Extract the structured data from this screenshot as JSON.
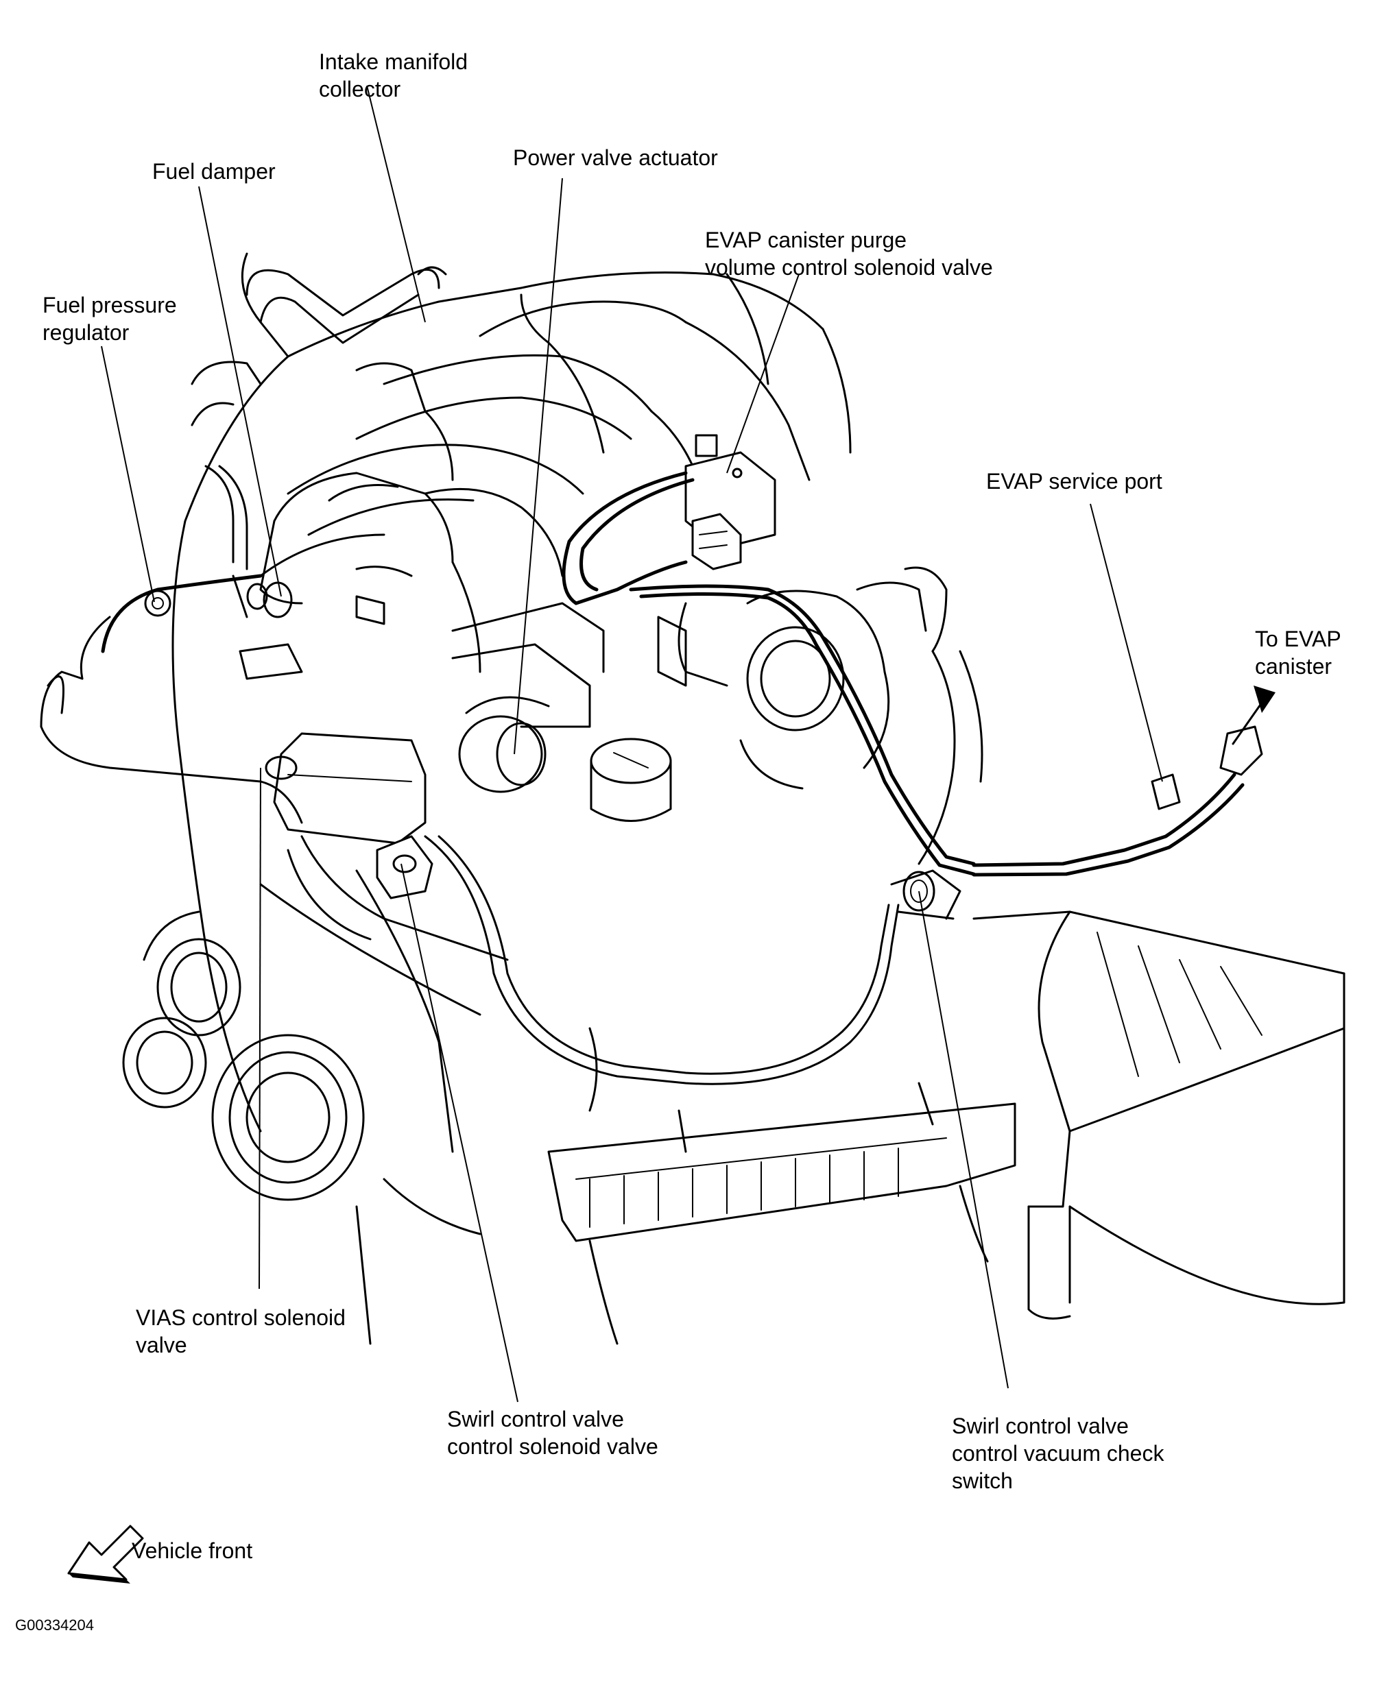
{
  "labels": {
    "intake_manifold_collector": [
      "Intake manifold",
      "collector"
    ],
    "fuel_damper": [
      "Fuel damper"
    ],
    "power_valve_actuator": [
      "Power valve actuator"
    ],
    "evap_purge_valve": [
      "EVAP canister purge",
      "volume control solenoid valve"
    ],
    "fuel_pressure_regulator": [
      "Fuel pressure",
      "regulator"
    ],
    "evap_service_port": [
      "EVAP service port"
    ],
    "to_evap_canister": [
      "To EVAP",
      "canister"
    ],
    "vias_control_solenoid": [
      "VIAS control solenoid",
      "valve"
    ],
    "swirl_control_solenoid": [
      "Swirl control valve",
      "control solenoid valve"
    ],
    "swirl_vacuum_check_switch": [
      "Swirl control valve",
      "control vacuum check",
      "switch"
    ],
    "vehicle_front": [
      "Vehicle front"
    ]
  },
  "figure_id": "G00334204",
  "colors": {
    "ink": "#000000",
    "paper": "#ffffff"
  }
}
